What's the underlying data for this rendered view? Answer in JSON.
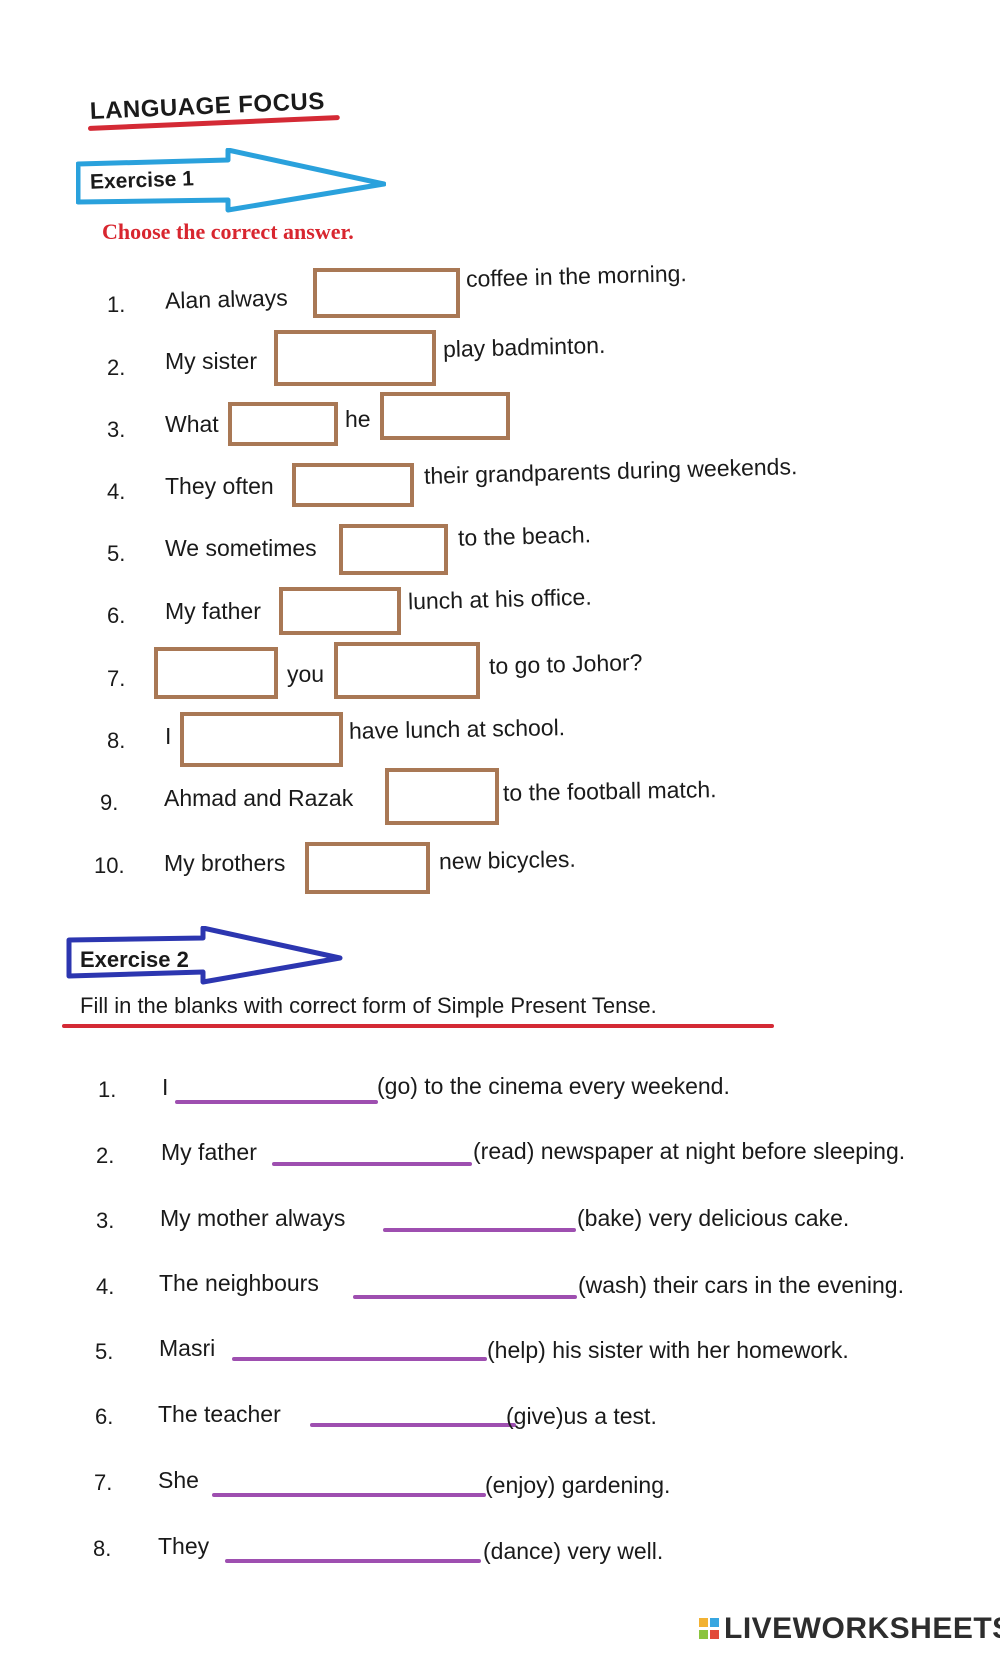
{
  "title": "LANGUAGE FOCUS",
  "exercise1": {
    "label": "Exercise 1",
    "instruction": "Choose the correct answer.",
    "items": [
      {
        "num": "1.",
        "a": "Alan always",
        "b": "coffee in the morning."
      },
      {
        "num": "2.",
        "a": "My sister",
        "b": "play badminton."
      },
      {
        "num": "3.",
        "a": "What",
        "b": "he"
      },
      {
        "num": "4.",
        "a": "They often",
        "b": "their grandparents during weekends."
      },
      {
        "num": "5.",
        "a": "We sometimes",
        "b": "to the beach."
      },
      {
        "num": "6.",
        "a": "My father",
        "b": "lunch at his office."
      },
      {
        "num": "7.",
        "a": "you",
        "b": "to go to Johor?"
      },
      {
        "num": "8.",
        "a": "I",
        "b": "have lunch at school."
      },
      {
        "num": "9.",
        "a": "Ahmad and Razak",
        "b": "to the football match."
      },
      {
        "num": "10.",
        "a": "My brothers",
        "b": "new bicycles."
      }
    ]
  },
  "exercise2": {
    "label": "Exercise 2",
    "instruction": "Fill in the blanks with correct form of Simple Present Tense.",
    "items": [
      {
        "num": "1.",
        "a": "I",
        "b": "(go) to the cinema every weekend."
      },
      {
        "num": "2.",
        "a": "My father",
        "b": "(read) newspaper at night before sleeping."
      },
      {
        "num": "3.",
        "a": "My mother always",
        "b": "(bake) very delicious cake."
      },
      {
        "num": "4.",
        "a": "The neighbours",
        "b": "(wash) their cars in the evening."
      },
      {
        "num": "5.",
        "a": "Masri",
        "b": "(help) his sister with her homework."
      },
      {
        "num": "6.",
        "a": "The teacher",
        "b": "(give)us  a test."
      },
      {
        "num": "7.",
        "a": "She",
        "b": "(enjoy) gardening."
      },
      {
        "num": "8.",
        "a": "They",
        "b": "(dance) very well."
      }
    ]
  },
  "watermark": "LIVEWORKSHEETS",
  "colors": {
    "title_underline": "#d42a35",
    "arrow1": "#2aa1dc",
    "arrow2": "#2c36b0",
    "answer_box": "#a97855",
    "blank_line": "#9e4fb0",
    "instruction_red": "#d8262f"
  }
}
